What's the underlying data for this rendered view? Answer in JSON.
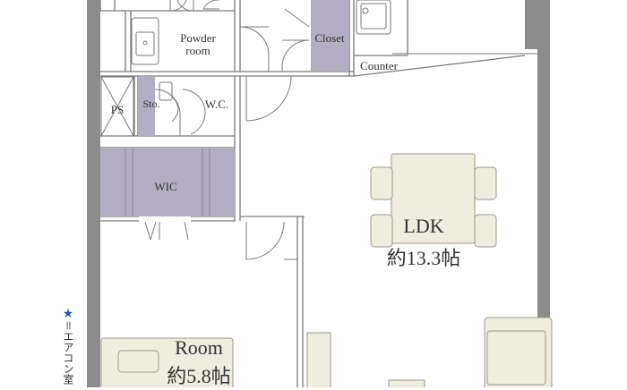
{
  "rooms": {
    "powder_room": "Powder\nroom",
    "closet": "Closet",
    "counter": "Counter",
    "ps": "PS",
    "storage": "Sto.",
    "wc": "W.C.",
    "wic": "WIC",
    "ldk_name": "LDK",
    "ldk_size": "約13.3帖",
    "room_name": "Room",
    "room_size": "約5.8帖"
  },
  "legend": {
    "star": "★",
    "note": "＝エアコン室"
  },
  "colors": {
    "wall": "#8c8c8c",
    "storage_fill": "#b3adc3",
    "furniture_fill": "#efedde",
    "line": "#7a7a7a",
    "star": "#1a5ea8"
  }
}
